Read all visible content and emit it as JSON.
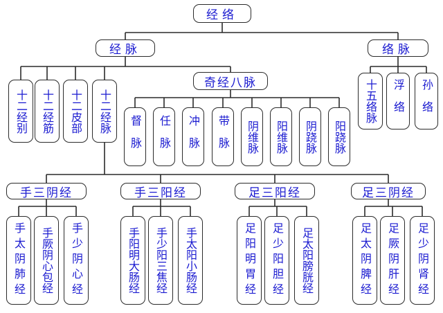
{
  "root": "经络",
  "jingmai": {
    "label": "经脉",
    "twelve": [
      "十二经别",
      "十二经筋",
      "十二皮部",
      "十二经脉"
    ],
    "qijing": {
      "label": "奇经八脉",
      "items": [
        "督脉",
        "任脉",
        "冲脉",
        "带脉",
        "阴维脉",
        "阳维脉",
        "阴跷脉",
        "阳跷脉"
      ]
    }
  },
  "luomai": {
    "label": "络脉",
    "items": [
      "十五络脉",
      "浮络",
      "孙络"
    ]
  },
  "groups": [
    {
      "label": "手三阴经",
      "items": [
        "手太阴肺经",
        "手厥阴心包经",
        "手少阴心经"
      ]
    },
    {
      "label": "手三阳经",
      "items": [
        "手阳明大肠经",
        "手少阳三焦经",
        "手太阳小肠经"
      ]
    },
    {
      "label": "足三阳经",
      "items": [
        "足阳明胃经",
        "足少阳胆经",
        "足太阳膀胱经"
      ]
    },
    {
      "label": "足三阴经",
      "items": [
        "足太阴脾经",
        "足厥阴肝经",
        "足少阴肾经"
      ]
    }
  ],
  "colors": {
    "text": "#1a1ad0",
    "line": "#2a2a2a"
  }
}
